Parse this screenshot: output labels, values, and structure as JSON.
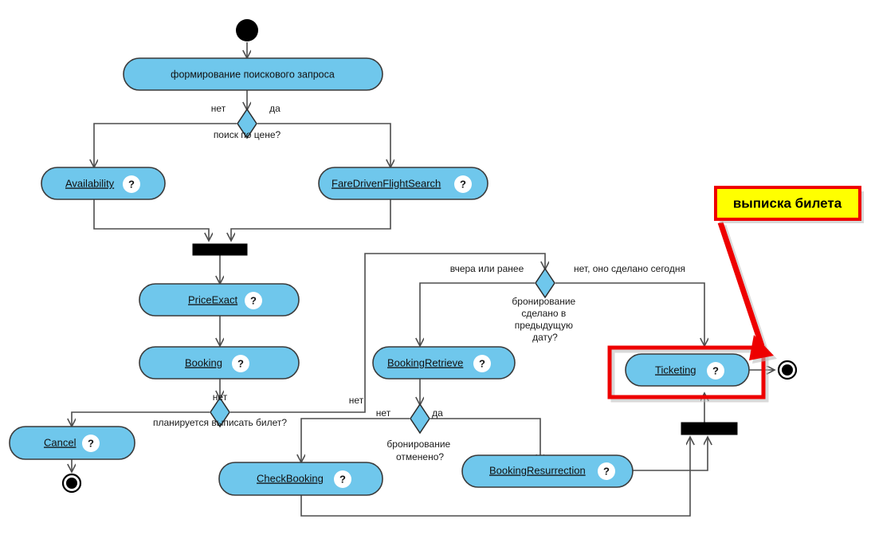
{
  "diagram": {
    "title": "UML activity diagram",
    "colors": {
      "activity_fill": "#6fc7ec",
      "activity_stroke": "#3a3a3a",
      "edge": "#4d4d4d",
      "highlight": "#ee0000",
      "callout_fill": "#ffff00",
      "node_black": "#000000"
    },
    "start_node": {
      "name": "initial-node"
    },
    "end_nodes": [
      {
        "name": "final-node-left"
      },
      {
        "name": "final-node-right"
      }
    ],
    "activities": [
      {
        "id": "search-request",
        "label": "формирование поискового запроса",
        "underlined": false,
        "badge": ""
      },
      {
        "id": "availability",
        "label": "Availability",
        "underlined": true,
        "badge": "?"
      },
      {
        "id": "fare-driven-flight-search",
        "label": "FareDrivenFlightSearch",
        "underlined": true,
        "badge": "?"
      },
      {
        "id": "price-exact",
        "label": "PriceExact",
        "underlined": true,
        "badge": "?"
      },
      {
        "id": "booking",
        "label": "Booking",
        "underlined": true,
        "badge": "?"
      },
      {
        "id": "booking-retrieve",
        "label": "BookingRetrieve",
        "underlined": true,
        "badge": "?"
      },
      {
        "id": "ticketing",
        "label": "Ticketing",
        "underlined": true,
        "badge": "?"
      },
      {
        "id": "cancel",
        "label": "Cancel",
        "underlined": true,
        "badge": "?"
      },
      {
        "id": "check-booking",
        "label": "CheckBooking",
        "underlined": true,
        "badge": "?"
      },
      {
        "id": "booking-resurrection",
        "label": "BookingResurrection",
        "underlined": true,
        "badge": "?"
      }
    ],
    "decisions": [
      {
        "id": "price-search",
        "question": "поиск по цене?",
        "guards": [
          {
            "label": "нет",
            "side": "left"
          },
          {
            "label": "да",
            "side": "right"
          }
        ]
      },
      {
        "id": "booking-previous-date",
        "question_lines": [
          "бронирование",
          "сделано в",
          "предыдущую",
          "дату?"
        ],
        "guards": [
          {
            "label": "вчера или ранее",
            "side": "left"
          },
          {
            "label": "нет, оно сделано сегодня",
            "side": "right"
          }
        ]
      },
      {
        "id": "plan-issue-ticket",
        "question": "планируется выписать билет?",
        "guards": [
          {
            "label": "нет",
            "side": "top"
          },
          {
            "label": "нет",
            "side": "right"
          }
        ]
      },
      {
        "id": "booking-cancelled",
        "question_lines": [
          "бронирование",
          "отменено?"
        ],
        "guards": [
          {
            "label": "нет",
            "side": "left"
          },
          {
            "label": "да",
            "side": "right"
          }
        ]
      }
    ],
    "bars": [
      {
        "id": "merge-bar-search"
      },
      {
        "id": "join-bar-ticketing"
      }
    ],
    "callout": {
      "text": "выписка билета",
      "target": "ticketing"
    },
    "highlight": {
      "target": "ticketing"
    }
  }
}
